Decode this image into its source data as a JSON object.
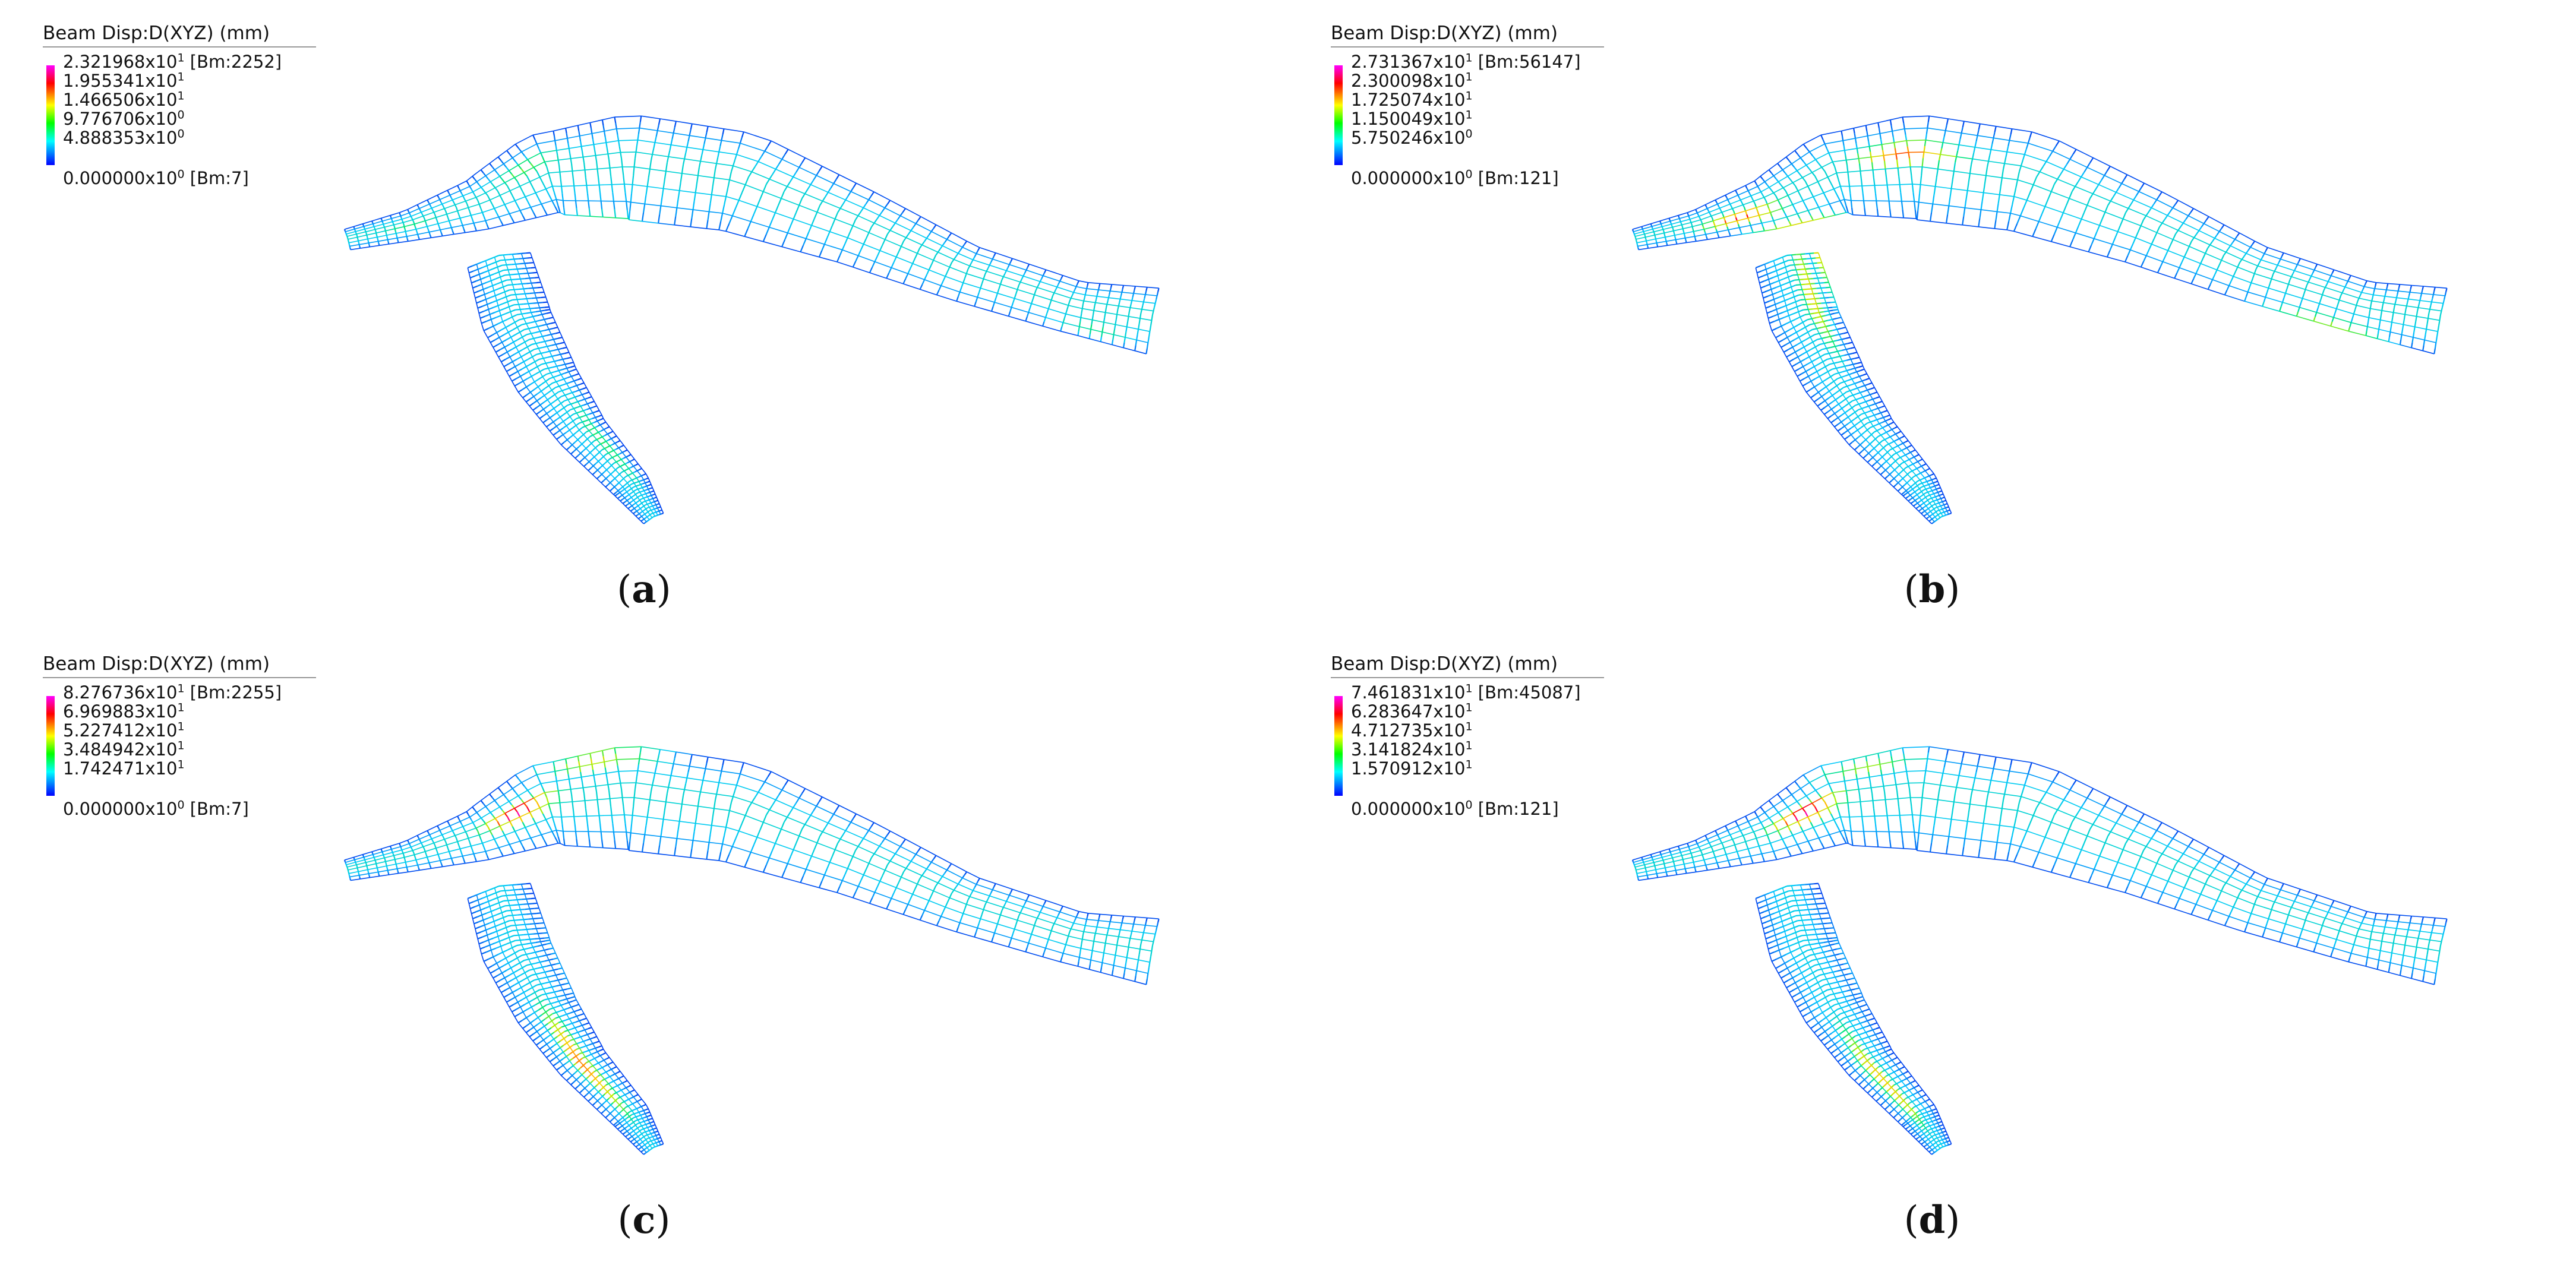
{
  "panels": [
    {
      "caption_letter": "a",
      "legend": {
        "title": "Beam Disp:D(XYZ)  (mm)",
        "max": {
          "mantissa": "2.321968",
          "exp": "1",
          "tag": "[Bm:2252]"
        },
        "ticks": [
          {
            "mantissa": "1.955341",
            "exp": "1"
          },
          {
            "mantissa": "1.466506",
            "exp": "1"
          },
          {
            "mantissa": "9.776706",
            "exp": "0"
          },
          {
            "mantissa": "4.888353",
            "exp": "0"
          }
        ],
        "min": {
          "mantissa": "0.000000",
          "exp": "0",
          "tag": "[Bm:7]"
        }
      },
      "hotspots": [
        {
          "u": 0.3,
          "v": 0.28,
          "level": 0.55
        },
        {
          "u": 0.1,
          "v": 0.38,
          "level": 0.45
        },
        {
          "u": 0.4,
          "v": 0.62,
          "level": 0.5
        },
        {
          "u": 0.92,
          "v": 0.5,
          "level": 0.45
        }
      ]
    },
    {
      "caption_letter": "b",
      "legend": {
        "title": "Beam Disp:D(XYZ)  (mm)",
        "max": {
          "mantissa": "2.731367",
          "exp": "1",
          "tag": "[Bm:56147]"
        },
        "ticks": [
          {
            "mantissa": "2.300098",
            "exp": "1"
          },
          {
            "mantissa": "1.725074",
            "exp": "1"
          },
          {
            "mantissa": "1.150049",
            "exp": "1"
          },
          {
            "mantissa": "5.750246",
            "exp": "0"
          }
        ],
        "min": {
          "mantissa": "0.000000",
          "exp": "0",
          "tag": "[Bm:121]"
        }
      },
      "hotspots": [
        {
          "u": 0.17,
          "v": 0.42,
          "level": 0.92
        },
        {
          "u": 0.42,
          "v": 0.3,
          "level": 0.88
        },
        {
          "u": 0.24,
          "v": 0.6,
          "level": 0.7
        },
        {
          "u": 0.86,
          "v": 0.58,
          "level": 0.6
        }
      ]
    },
    {
      "caption_letter": "c",
      "legend": {
        "title": "Beam Disp:D(XYZ)  (mm)",
        "max": {
          "mantissa": "8.276736",
          "exp": "1",
          "tag": "[Bm:2255]"
        },
        "ticks": [
          {
            "mantissa": "6.969883",
            "exp": "1"
          },
          {
            "mantissa": "5.227412",
            "exp": "1"
          },
          {
            "mantissa": "3.484942",
            "exp": "1"
          },
          {
            "mantissa": "1.742471",
            "exp": "1"
          }
        ],
        "min": {
          "mantissa": "0.000000",
          "exp": "0",
          "tag": "[Bm:7]"
        }
      },
      "hotspots": [
        {
          "u": 0.28,
          "v": 0.34,
          "level": 1.0
        },
        {
          "u": 0.4,
          "v": 0.14,
          "level": 0.7
        },
        {
          "u": 0.38,
          "v": 0.72,
          "level": 0.85
        }
      ]
    },
    {
      "caption_letter": "d",
      "legend": {
        "title": "Beam Disp:D(XYZ)  (mm)",
        "max": {
          "mantissa": "7.461831",
          "exp": "1",
          "tag": "[Bm:45087]"
        },
        "ticks": [
          {
            "mantissa": "6.283647",
            "exp": "1"
          },
          {
            "mantissa": "4.712735",
            "exp": "1"
          },
          {
            "mantissa": "3.141824",
            "exp": "1"
          },
          {
            "mantissa": "1.570912",
            "exp": "1"
          }
        ],
        "min": {
          "mantissa": "0.000000",
          "exp": "0",
          "tag": "[Bm:121]"
        }
      },
      "hotspots": [
        {
          "u": 0.28,
          "v": 0.34,
          "level": 1.0
        },
        {
          "u": 0.38,
          "v": 0.16,
          "level": 0.6
        },
        {
          "u": 0.4,
          "v": 0.74,
          "level": 0.75
        }
      ]
    }
  ]
}
